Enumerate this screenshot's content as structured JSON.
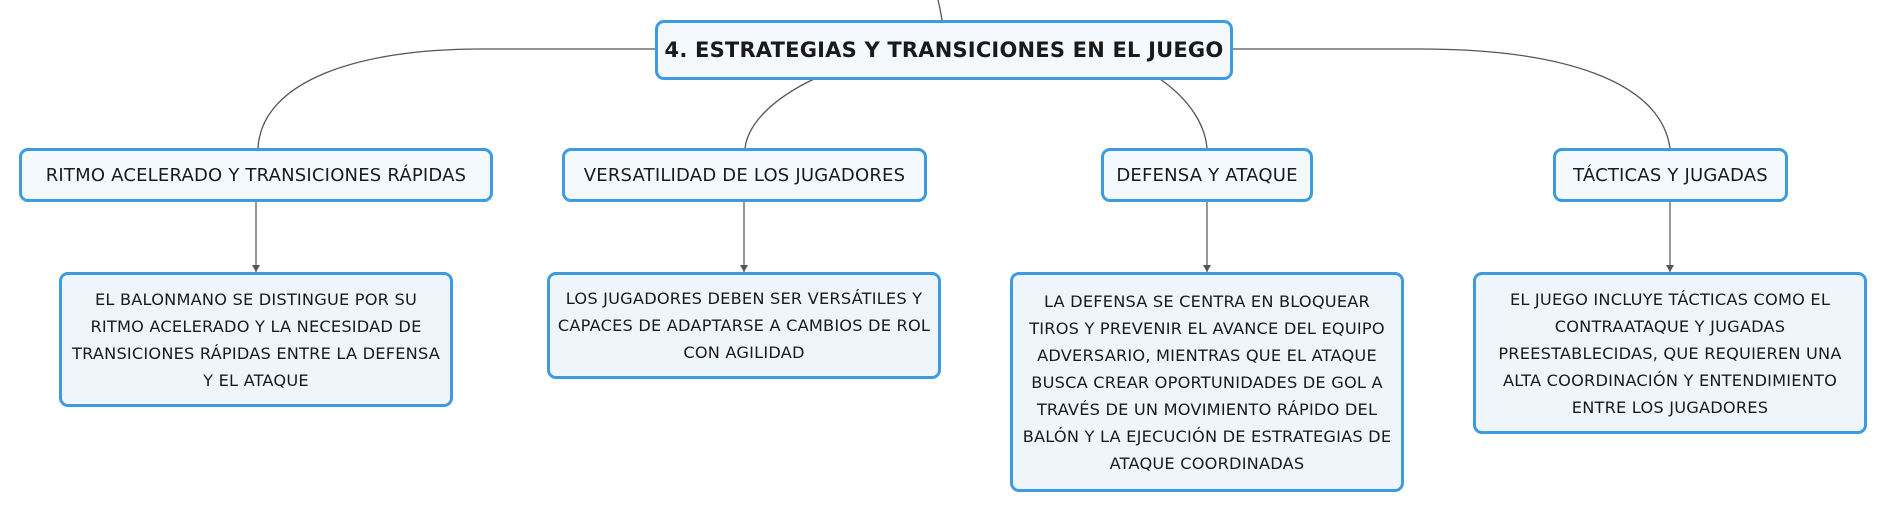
{
  "root": {
    "title": "4. ESTRATEGIAS Y TRANSICIONES EN EL JUEGO"
  },
  "branches": [
    {
      "label": "RITMO ACELERADO Y TRANSICIONES RÁPIDAS",
      "detail": "EL BALONMANO SE DISTINGUE POR SU RITMO ACELERADO Y LA NECESIDAD DE TRANSICIONES RÁPIDAS ENTRE LA DEFENSA Y EL ATAQUE"
    },
    {
      "label": "VERSATILIDAD DE LOS JUGADORES",
      "detail": "LOS JUGADORES DEBEN SER VERSÁTILES Y CAPACES DE ADAPTARSE A CAMBIOS DE ROL CON AGILIDAD"
    },
    {
      "label": "DEFENSA Y ATAQUE",
      "detail": "LA DEFENSA SE CENTRA EN BLOQUEAR TIROS Y PREVENIR EL AVANCE DEL EQUIPO ADVERSARIO, MIENTRAS QUE EL ATAQUE BUSCA CREAR OPORTUNIDADES DE GOL A TRAVÉS DE UN MOVIMIENTO RÁPIDO DEL BALÓN Y LA EJECUCIÓN DE ESTRATEGIAS DE ATAQUE COORDINADAS"
    },
    {
      "label": "TÁCTICAS Y JUGADAS",
      "detail": "EL JUEGO INCLUYE TÁCTICAS COMO EL CONTRAATAQUE Y JUGADAS PREESTABLECIDAS, QUE REQUIEREN UNA ALTA COORDINACIÓN Y ENTENDIMIENTO ENTRE LOS JUGADORES"
    }
  ],
  "colors": {
    "border": "#3f9be0",
    "fill": "#eef6fc",
    "connector": "#555555"
  }
}
